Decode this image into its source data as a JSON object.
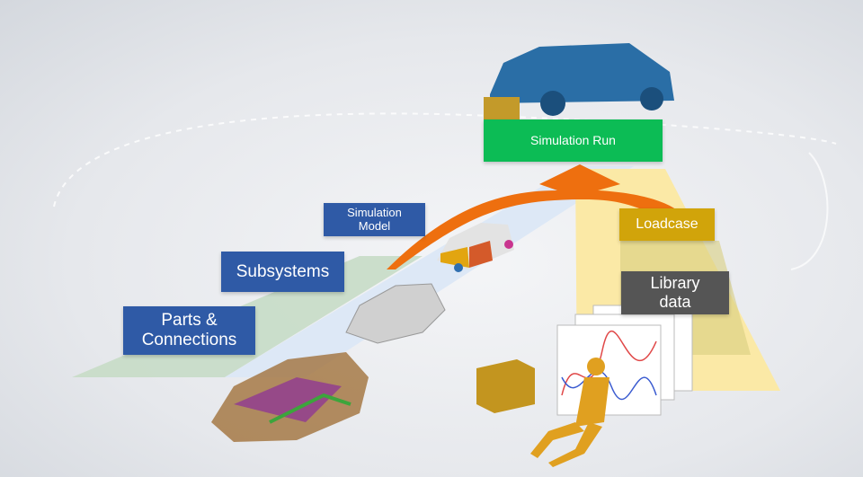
{
  "labels": {
    "simulation_run": "Simulation Run",
    "simulation_model_line1": "Simulation",
    "simulation_model_line2": "Model",
    "subsystems": "Subsystems",
    "parts_line1": "Parts &",
    "parts_line2": "Connections",
    "loadcase": "Loadcase",
    "library_line1": "Library",
    "library_line2": "data"
  },
  "colors": {
    "run": "#0cbc55",
    "stage": "#2f5aa6",
    "loadcase": "#d1a40a",
    "library": "#555555",
    "arrow": "#ee6f0f",
    "yellow_path": "#fbe9a6",
    "green_path": "#c6dcc6",
    "blue_path": "#dde8f6"
  }
}
